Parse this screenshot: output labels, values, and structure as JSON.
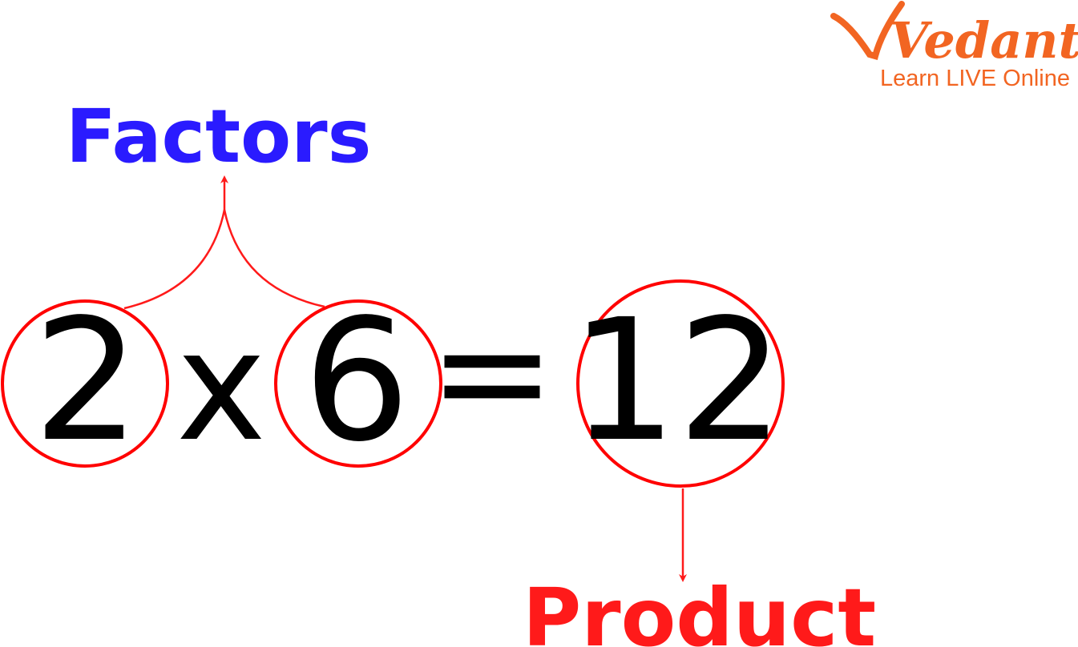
{
  "logo": {
    "name": "Vedantu",
    "tagline": "Learn LIVE Online",
    "color": "#f26522"
  },
  "labels": {
    "factors": "Factors",
    "product": "Product"
  },
  "equation": {
    "factor1": "2",
    "operator": "x",
    "factor2": "6",
    "equals": "=",
    "product": "12"
  },
  "colors": {
    "factors": "#2a1bff",
    "product": "#ff1a1a",
    "circle": "#ff0000",
    "arrow": "#ff1a1a"
  }
}
